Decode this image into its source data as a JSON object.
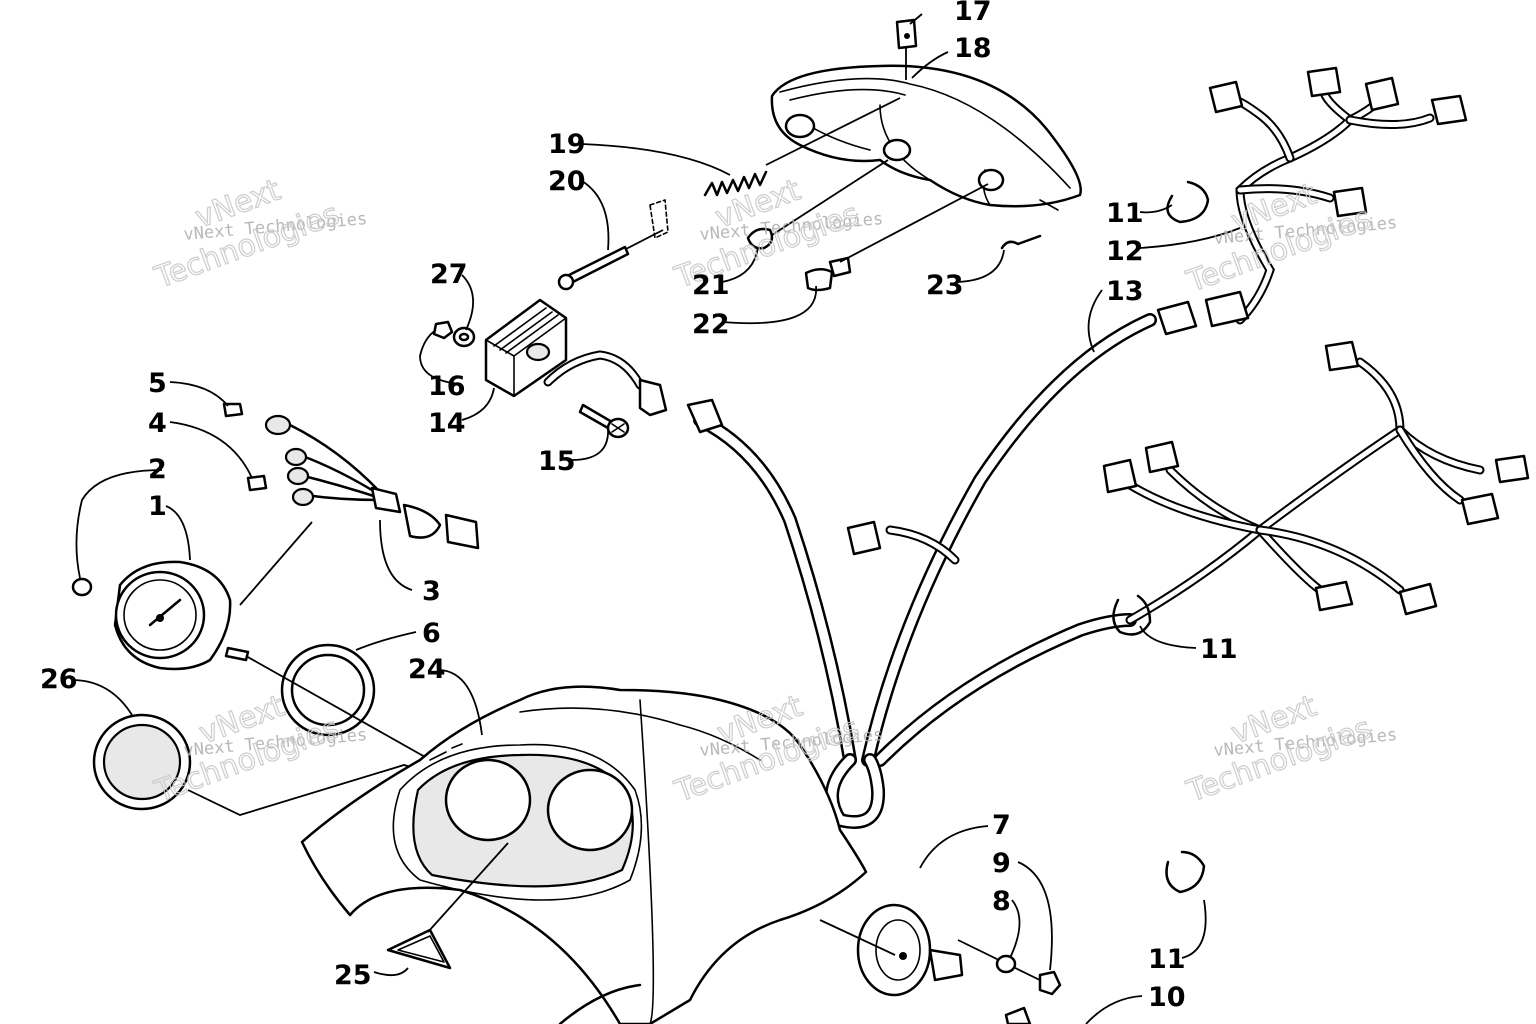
{
  "watermark": {
    "text_small": "vNext Technologies",
    "text_big_1": "vNext",
    "text_big_2": "Technologies"
  },
  "callouts": [
    {
      "id": "c17",
      "label": "17"
    },
    {
      "id": "c18",
      "label": "18"
    },
    {
      "id": "c19",
      "label": "19"
    },
    {
      "id": "c20",
      "label": "20"
    },
    {
      "id": "c27",
      "label": "27"
    },
    {
      "id": "c21",
      "label": "21"
    },
    {
      "id": "c22",
      "label": "22"
    },
    {
      "id": "c23",
      "label": "23"
    },
    {
      "id": "c11a",
      "label": "11"
    },
    {
      "id": "c12",
      "label": "12"
    },
    {
      "id": "c13",
      "label": "13"
    },
    {
      "id": "c16",
      "label": "16"
    },
    {
      "id": "c14",
      "label": "14"
    },
    {
      "id": "c15",
      "label": "15"
    },
    {
      "id": "c5",
      "label": "5"
    },
    {
      "id": "c4",
      "label": "4"
    },
    {
      "id": "c2",
      "label": "2"
    },
    {
      "id": "c1",
      "label": "1"
    },
    {
      "id": "c3",
      "label": "3"
    },
    {
      "id": "c6",
      "label": "6"
    },
    {
      "id": "c24",
      "label": "24"
    },
    {
      "id": "c26",
      "label": "26"
    },
    {
      "id": "c11b",
      "label": "11"
    },
    {
      "id": "c7",
      "label": "7"
    },
    {
      "id": "c9",
      "label": "9"
    },
    {
      "id": "c8",
      "label": "8"
    },
    {
      "id": "c11c",
      "label": "11"
    },
    {
      "id": "c10",
      "label": "10"
    },
    {
      "id": "c25",
      "label": "25"
    }
  ]
}
